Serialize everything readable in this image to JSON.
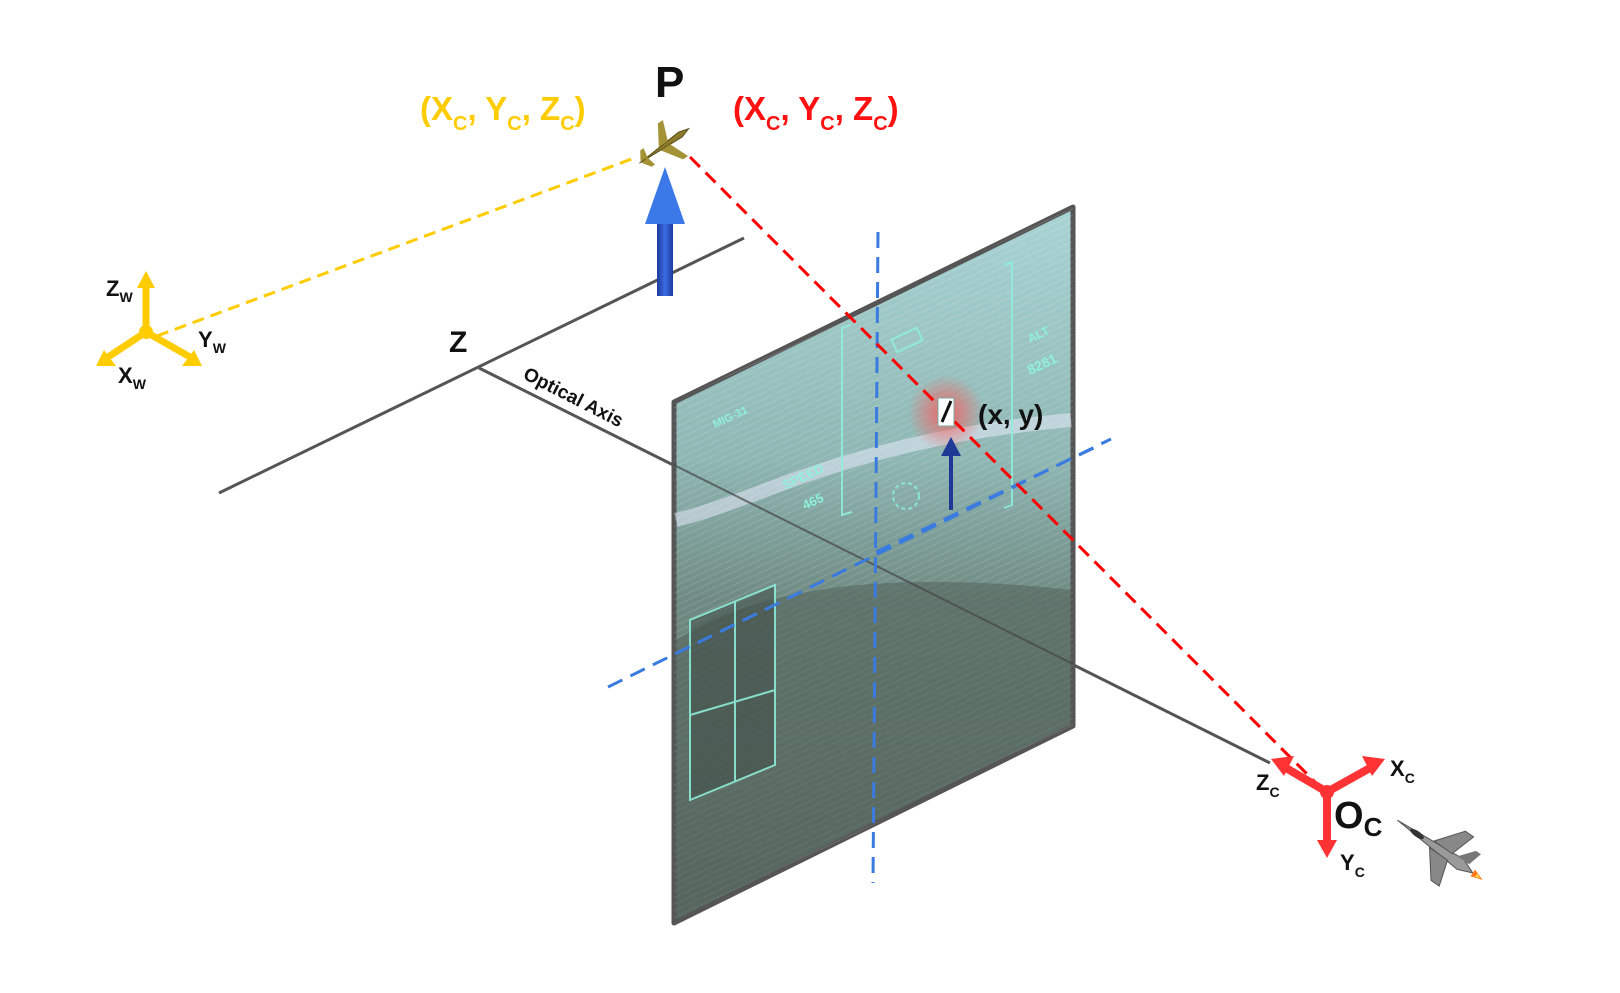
{
  "colors": {
    "world": "#ffcc00",
    "camera": "#ff3333",
    "projection_red": "#ff0000",
    "image_axes": "#3a7be0",
    "arrow_blue": "#2a4db8",
    "axis_line": "#555555"
  },
  "point": {
    "label": "P",
    "icon": "target-aircraft-icon"
  },
  "world_coords": {
    "open": "(",
    "x": "X",
    "y": "Y",
    "z": "Z",
    "sub": "C",
    "sep": ", ",
    "close": ")"
  },
  "camera_coords": {
    "open": "(",
    "x": "X",
    "y": "Y",
    "z": "Z",
    "sub": "C",
    "sep": ", ",
    "close": ")"
  },
  "world_axes": {
    "z": "Z",
    "y": "Y",
    "x": "X",
    "sub": "W"
  },
  "camera_axes": {
    "x": "X",
    "y": "Y",
    "z": "Z",
    "sub": "C",
    "origin": "O",
    "origin_sub": "C",
    "icon": "camera-aircraft-icon"
  },
  "z_label": "Z",
  "optical_axis_label": "Optical Axis",
  "image_point_label": "(x, y)",
  "hud": {
    "speed_label": "SPEED",
    "speed_value": "465",
    "aircraft_tag": "MIG-31",
    "alt_label": "ALT",
    "alt_value": "8281"
  }
}
